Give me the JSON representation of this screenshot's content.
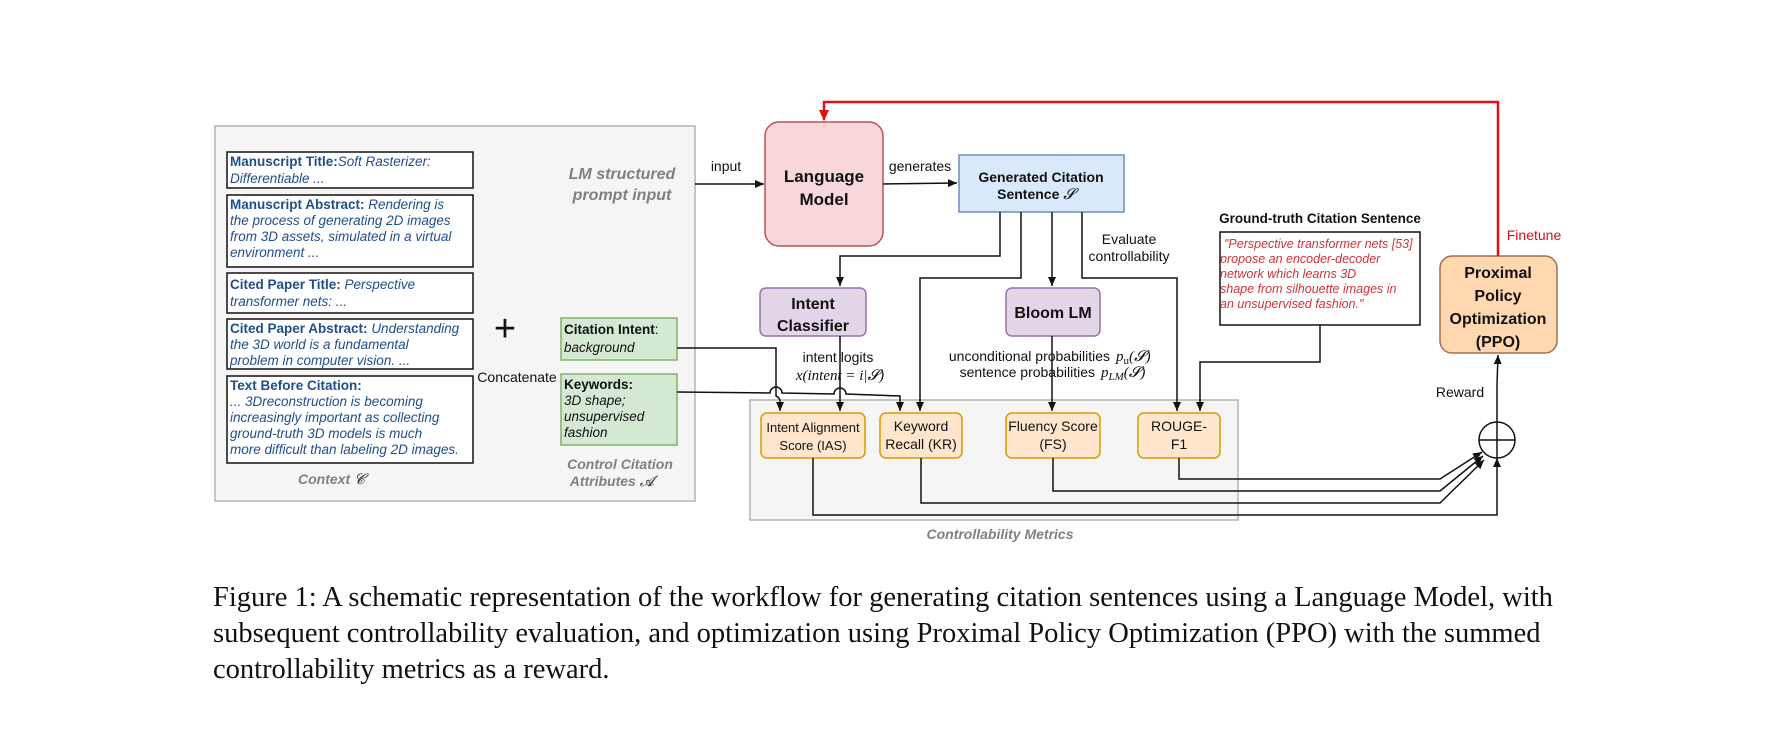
{
  "context": {
    "items": [
      {
        "label": "Manuscript Title",
        "sep": ":",
        "lines": [
          "Soft Rasterizer:",
          "Differentiable ..."
        ]
      },
      {
        "label": "Manuscript Abstract",
        "sep": ":",
        "lines": [
          "Rendering is",
          "the process of   generating 2D images",
          "from 3D assets,   simulated in a virtual",
          "environment ..."
        ]
      },
      {
        "label": "Cited Paper Title",
        "sep": ":",
        "lines": [
          "Perspective",
          "transformer nets:  ..."
        ]
      },
      {
        "label": "Cited Paper Abstract",
        "sep": ":",
        "lines": [
          "Understanding",
          "the 3D   world is a fundamental",
          "problem in   computer  vision. ..."
        ]
      },
      {
        "label": "Text Before Citation",
        "sep": ":",
        "lines": [
          "",
          "...  3Dreconstruction is becoming",
          "increasingly important as collecting",
          "ground-truth 3D models is much",
          "more difficult than labeling 2D images."
        ]
      }
    ],
    "caption_text": "Context",
    "caption_math": "𝓒"
  },
  "plus_symbol": "+",
  "concatenate_label": "Concatenate",
  "lm_prompt_label": [
    "LM structured",
    "prompt input"
  ],
  "control": {
    "intent": {
      "label": "Citation Intent",
      "sep": ":",
      "value": "background"
    },
    "keywords": {
      "label": "Keywords:",
      "lines": [
        "3D shape;",
        "unsupervised",
        "fashion"
      ]
    },
    "caption_lines": [
      "Control Citation",
      "Attributes"
    ],
    "caption_math": "𝓐"
  },
  "input_label": "input",
  "language_model": [
    "Language",
    "Model"
  ],
  "generates_label": "generates",
  "generated_sentence": {
    "line1": "Generated Citation",
    "line2": "Sentence",
    "math": "𝓢"
  },
  "intent_classifier": [
    "Intent",
    "Classifier"
  ],
  "bloom_lm": "Bloom LM",
  "evaluate_label": [
    "Evaluate",
    "controllability"
  ],
  "ground_truth": {
    "title": "Ground-truth Citation Sentence",
    "lines": [
      "\"Perspective transformer nets [53]",
      "propose an encoder-decoder",
      "network which learns 3D",
      "shape from silhouette images in",
      "an unsupervised fashion.\""
    ]
  },
  "finetune_label": "Finetune",
  "ppo": [
    "Proximal",
    "Policy",
    "Optimization",
    "(PPO)"
  ],
  "reward_label": "Reward",
  "intent_logits": {
    "line1": "intent logits",
    "formula": "x(intent = i|𝓢)"
  },
  "probabilities": {
    "line1": "unconditional probabilities",
    "math1": "p",
    "sub1": "u",
    "arg1": "(𝓢)",
    "line2": "sentence probabilities",
    "math2": "p",
    "sub2": "LM",
    "arg2": "(𝓢)"
  },
  "metrics": {
    "ias": [
      "Intent Alignment",
      "Score (IAS)"
    ],
    "kr": [
      "Keyword",
      "Recall (KR)"
    ],
    "fs": [
      "Fluency Score",
      "(FS)"
    ],
    "rouge": [
      "ROUGE-",
      "F1"
    ],
    "caption": "Controllability Metrics"
  },
  "sum_symbol": "⊕",
  "colors": {
    "lm_fill": "#f8d7da",
    "lm_stroke": "#b85450",
    "gen_fill": "#dae8fc",
    "gen_stroke": "#6c8ebf",
    "purple_fill": "#e1d5e7",
    "purple_stroke": "#9673a6",
    "green_fill": "#d5e8d4",
    "green_stroke": "#82b366",
    "orange_fill": "#ffe6cc",
    "orange_stroke": "#d79b00",
    "ppo_fill": "#ffd8b0",
    "ppo_stroke": "#a07050",
    "panel_fill": "#f5f5f5",
    "panel_stroke": "#b3b3b3",
    "finetune_red": "#e01010"
  },
  "caption": "Figure 1: A schematic representation of the workflow for generating citation sentences using a Language Model, with subsequent controllability evaluation, and optimization using Proximal Policy Optimization (PPO) with the summed controllability metrics as a reward."
}
